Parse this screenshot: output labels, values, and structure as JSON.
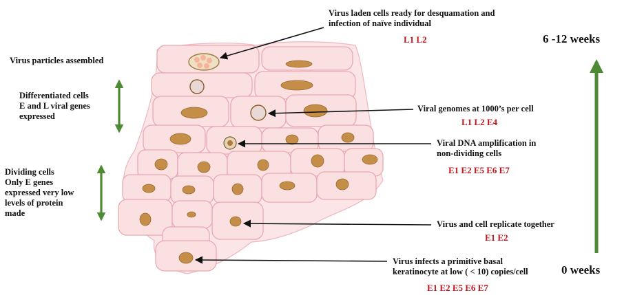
{
  "left_labels": {
    "assembled": "Virus particles assembled",
    "differentiated": [
      "Differentiated cells",
      "E and L viral genes",
      "expressed"
    ],
    "dividing": [
      "Dividing cells",
      "Only E genes",
      "expressed very low",
      "levels of protein",
      "made"
    ]
  },
  "annotations": {
    "desquamation": {
      "text": [
        "Virus laden cells ready for desquamation  and",
        "infection of naïve individual"
      ],
      "genes": "L1 L2"
    },
    "genomes": {
      "text": [
        "Viral genomes at 1000’s per cell"
      ],
      "genes": "L1 L2 E4"
    },
    "amplification": {
      "text": [
        "Viral DNA amplification in",
        "non-dividing cells"
      ],
      "genes": "E1 E2  E5 E6 E7"
    },
    "replicate": {
      "text": [
        "Virus and cell replicate together"
      ],
      "genes": "E1 E2"
    },
    "infects": {
      "text": [
        "Virus infects a primitive basal",
        "keratinocyte at low ( < 10) copies/cell"
      ],
      "genes": "E1 E2  E5 E6 E7"
    }
  },
  "timeline": {
    "top": "6 -12 weeks",
    "bottom": "0 weeks"
  },
  "colors": {
    "cell_fill": "#fbe0e2",
    "cell_stroke": "#e8a8b0",
    "nucleus": "#c48d48",
    "arrow_green": "#4e8a33",
    "gene_red": "#c0161c"
  }
}
